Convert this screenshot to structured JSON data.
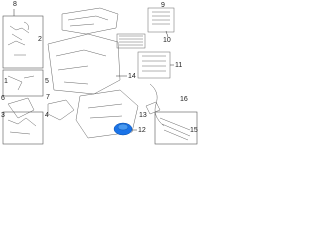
{
  "callouts": [
    {
      "id": "c8",
      "label": "8"
    },
    {
      "id": "c9",
      "label": "9"
    },
    {
      "id": "c10",
      "label": "10"
    },
    {
      "id": "c11",
      "label": "11"
    },
    {
      "id": "c1",
      "label": "1"
    },
    {
      "id": "c5",
      "label": "5"
    },
    {
      "id": "c2",
      "label": "2"
    },
    {
      "id": "c14",
      "label": "14"
    },
    {
      "id": "c3",
      "label": "3"
    },
    {
      "id": "c7",
      "label": "7"
    },
    {
      "id": "c6",
      "label": "6"
    },
    {
      "id": "c4",
      "label": "4"
    },
    {
      "id": "c16",
      "label": "16"
    },
    {
      "id": "c13",
      "label": "13"
    },
    {
      "id": "c12",
      "label": "12"
    },
    {
      "id": "c15",
      "label": "15"
    }
  ],
  "colors": {
    "highlight": "#1a73e8",
    "line": "#666666"
  }
}
